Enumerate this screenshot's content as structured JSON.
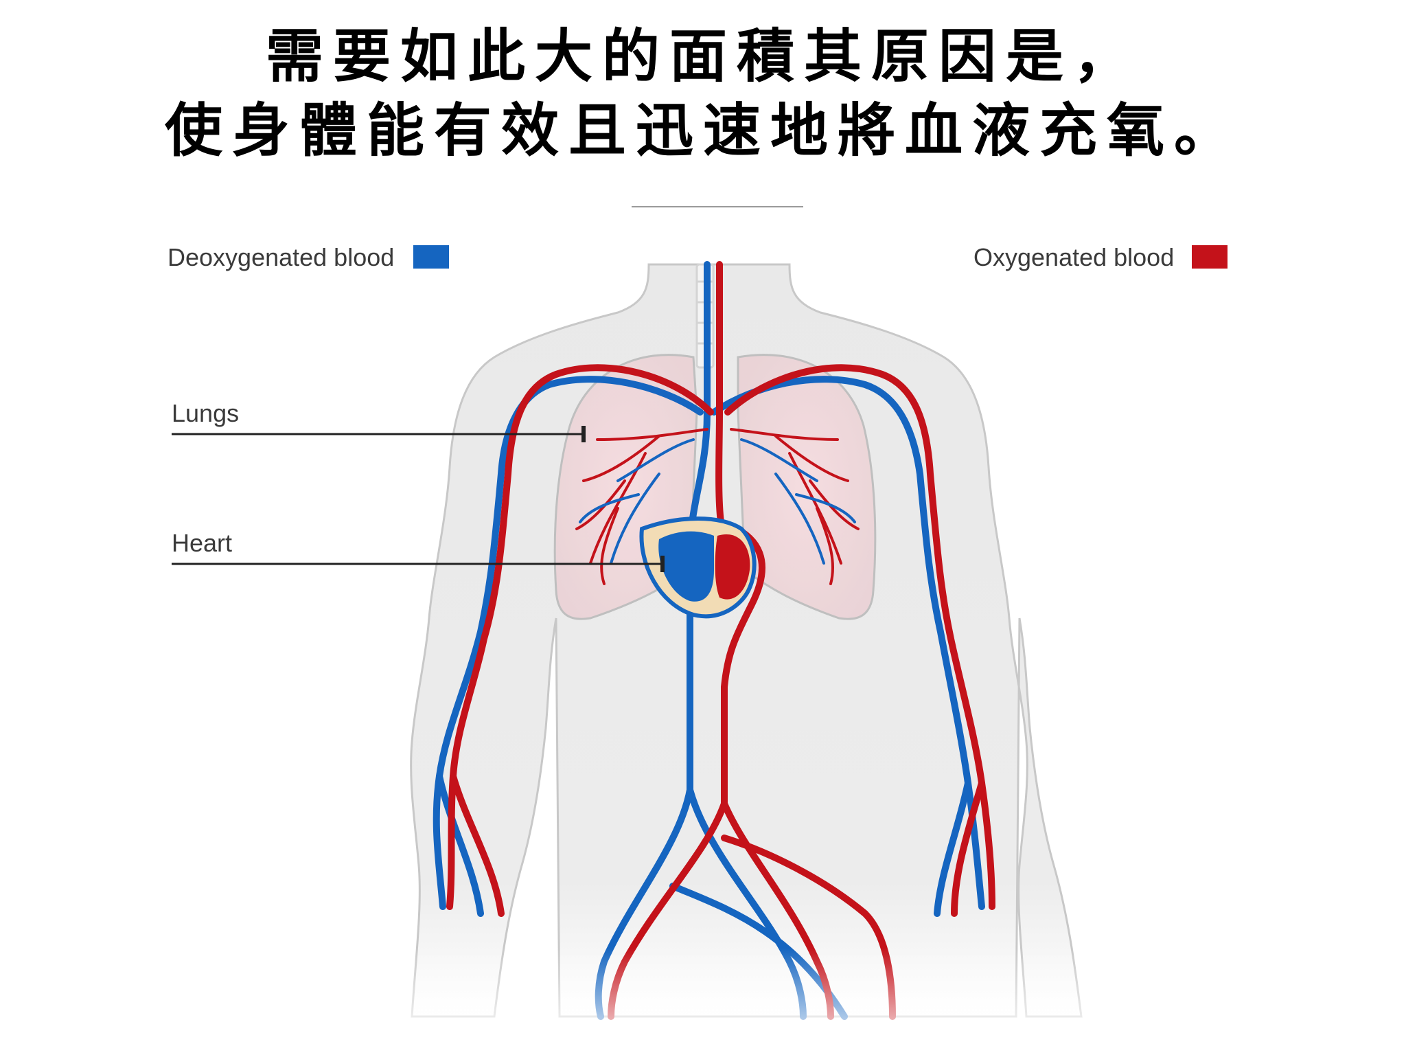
{
  "title": {
    "line1": "需要如此大的面積其原因是，",
    "line2": "使身體能有效且迅速地將血液充氧。"
  },
  "legend": [
    {
      "label": "Deoxygenated blood",
      "color": "#1565c0"
    },
    {
      "label": "Oxygenated blood",
      "color": "#c4121a"
    }
  ],
  "callouts": {
    "lungs": "Lungs",
    "heart": "Heart"
  }
}
